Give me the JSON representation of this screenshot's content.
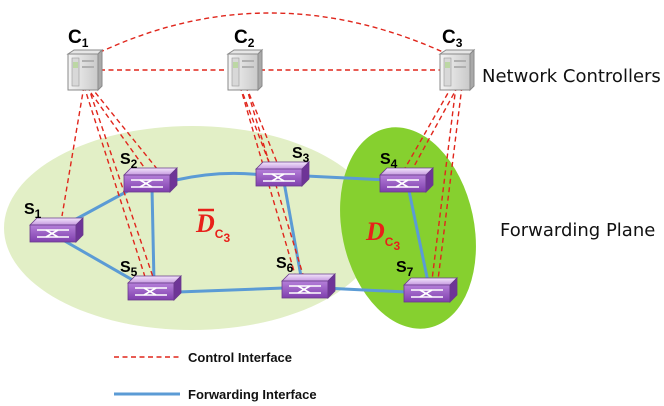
{
  "controllers": [
    {
      "id": "c1",
      "label": "C",
      "sub": "1"
    },
    {
      "id": "c2",
      "label": "C",
      "sub": "2"
    },
    {
      "id": "c3",
      "label": "C",
      "sub": "3"
    }
  ],
  "switches": [
    {
      "id": "s1",
      "label": "S",
      "sub": "1"
    },
    {
      "id": "s2",
      "label": "S",
      "sub": "2"
    },
    {
      "id": "s3",
      "label": "S",
      "sub": "3"
    },
    {
      "id": "s4",
      "label": "S",
      "sub": "4"
    },
    {
      "id": "s5",
      "label": "S",
      "sub": "5"
    },
    {
      "id": "s6",
      "label": "S",
      "sub": "6"
    },
    {
      "id": "s7",
      "label": "S",
      "sub": "7"
    }
  ],
  "domains": [
    {
      "id": "dbar",
      "label": "D",
      "sub": "C",
      "subsub": "3",
      "overline": true
    },
    {
      "id": "d",
      "label": "D",
      "sub": "C",
      "subsub": "3",
      "overline": false
    }
  ],
  "planes": {
    "control": "Network Controllers",
    "forwarding": "Forwarding Plane"
  },
  "legend": {
    "control": "Control Interface",
    "forwarding": "Forwarding Interface"
  },
  "colors": {
    "control_link": "#e0261c",
    "forwarding_link": "#5b9bd5",
    "domain_light": "#e2efc6",
    "domain_dark": "#86d02f",
    "switch_body": "#a268c8",
    "domain_label": "#e8201a"
  }
}
